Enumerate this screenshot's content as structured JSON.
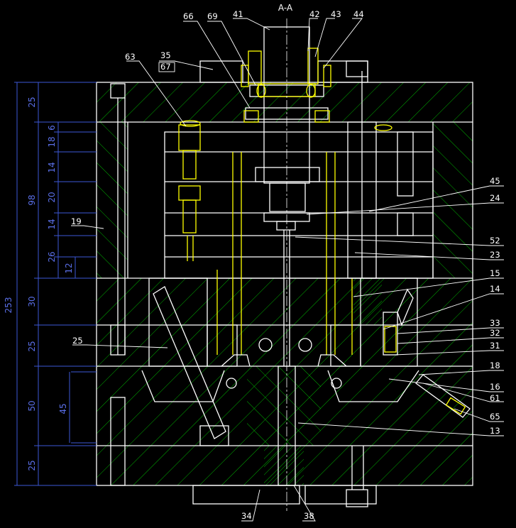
{
  "title": "A-A",
  "part_labels": [
    "66",
    "69",
    "41",
    "42",
    "43",
    "44",
    "63",
    "35",
    "67",
    "45",
    "24",
    "52",
    "23",
    "19",
    "15",
    "14",
    "33",
    "32",
    "31",
    "25",
    "18",
    "16",
    "61",
    "65",
    "13",
    "34",
    "38"
  ],
  "dimensions": [
    "25",
    "6",
    "18",
    "14",
    "98",
    "20",
    "14",
    "26",
    "12",
    "30",
    "253",
    "25",
    "50",
    "45",
    "25"
  ],
  "colors": {
    "outline": "#ffffff",
    "parts": "#ffff00",
    "hatch": "#00c000",
    "dimension": "#3d57d6",
    "background": "#000000"
  }
}
